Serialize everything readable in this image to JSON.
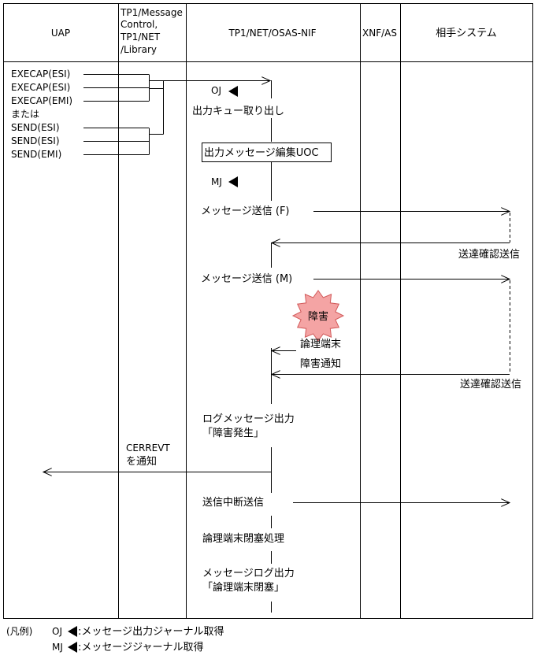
{
  "lanes": {
    "uap": "UAP",
    "tp1_lines": [
      "TP1/Message",
      "Control,",
      "TP1/NET",
      "/Library"
    ],
    "osas": "TP1/NET/OSAS-NIF",
    "xnf": "XNF/AS",
    "partner": "相手システム"
  },
  "uap_calls": [
    "EXECAP(ESI)",
    "EXECAP(ESI)",
    "EXECAP(EMI)",
    "または",
    "SEND(ESI)",
    "SEND(ESI)",
    "SEND(EMI)"
  ],
  "steps": {
    "oj_tag": "OJ",
    "output_queue": "出力キュー取り出し",
    "uoc_box": "出力メッセージ編集UOC",
    "mj_tag": "MJ",
    "send_f": "メッセージ送信 (F)",
    "ack1": "送達確認送信",
    "send_m": "メッセージ送信 (M)",
    "fault": "障害",
    "lt_fault_1": "論理端末",
    "lt_fault_2": "障害通知",
    "ack2": "送達確認送信",
    "log_1": "ログメッセージ出力",
    "log_2": "「障害発生」",
    "cerrevt_1": "CERREVT",
    "cerrevt_2": "を通知",
    "send_abort": "送信中断送信",
    "lt_close": "論理端末閉塞処理",
    "msglog_1": "メッセージログ出力",
    "msglog_2": "「論理端末閉塞」"
  },
  "legend": {
    "title": "(凡例)",
    "oj_code": "OJ",
    "oj_text": ":メッセージ出力ジャーナル取得",
    "mj_code": "MJ",
    "mj_text": ":メッセージジャーナル取得"
  },
  "colors": {
    "fault_fill": "#f4a4a4",
    "fault_stroke": "#d25a5a"
  }
}
